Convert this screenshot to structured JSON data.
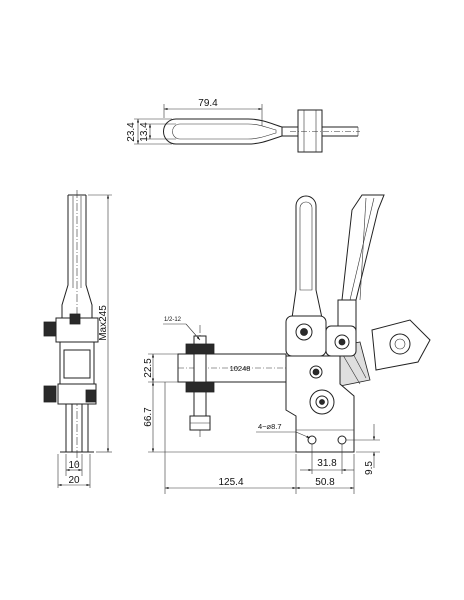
{
  "top_view": {
    "length": "79.4",
    "height_outer": "23.4",
    "height_inner": "13.4"
  },
  "side_view": {
    "max_height": "Max245",
    "width_inner": "10",
    "width_outer": "20"
  },
  "front_view": {
    "thread": "1/2-12",
    "model": "10248",
    "upper_height": "22.5",
    "lower_height": "66.7",
    "holes": "4−⌀8.7",
    "hole_spacing": "31.8",
    "reach": "125.4",
    "base_width": "50.8",
    "base_offset": "9.5"
  }
}
